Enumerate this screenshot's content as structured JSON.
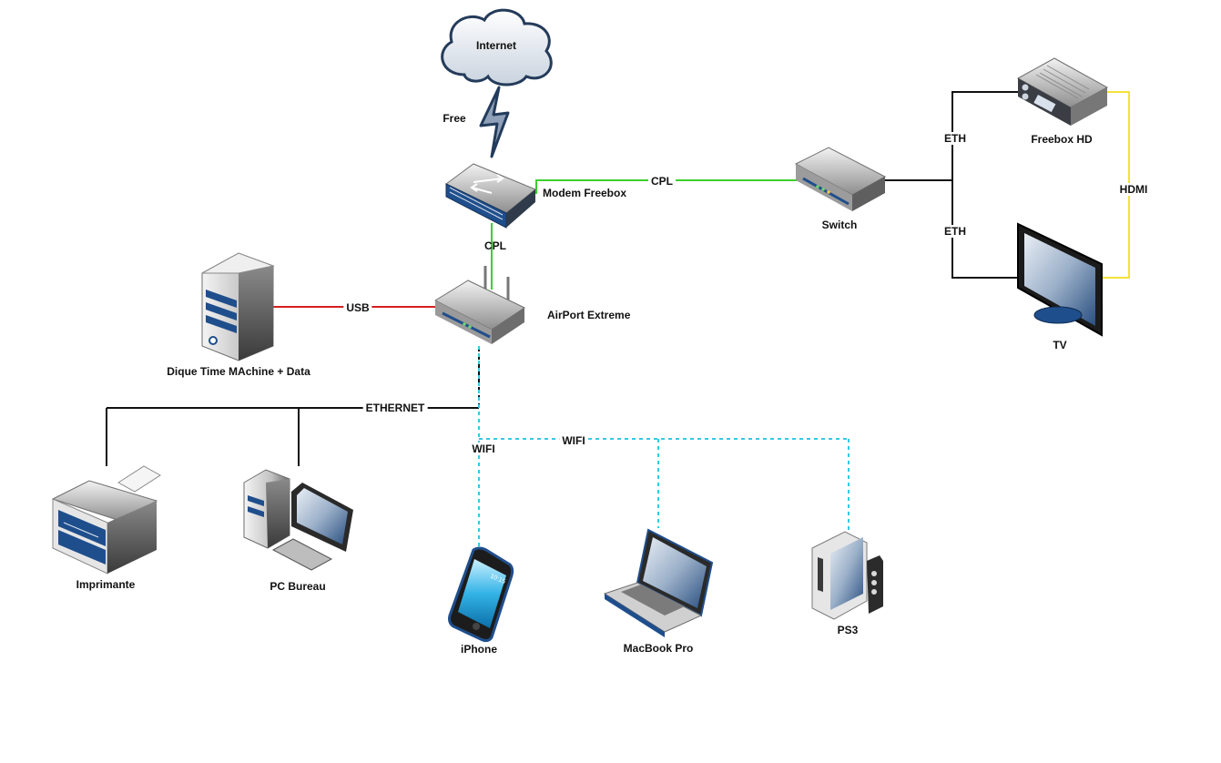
{
  "colors": {
    "ethernet": "#111111",
    "cpl": "#3ccf2d",
    "usb": "#d81e1e",
    "wifi": "#35c8e8",
    "hdmi": "#f3e33a",
    "device_blue": "#1f4e8c"
  },
  "nodes": {
    "internet": {
      "label": "Internet",
      "icon": "cloud-icon"
    },
    "modem": {
      "label": "Modem Freebox",
      "icon": "router-icon"
    },
    "airport": {
      "label": "AirPort Extreme",
      "icon": "wireless-router-icon"
    },
    "disk": {
      "label": "Dique Time MAchine + Data",
      "icon": "server-tower-icon"
    },
    "switch": {
      "label": "Switch",
      "icon": "switch-icon"
    },
    "freebox_hd": {
      "label": "Freebox HD",
      "icon": "set-top-box-icon"
    },
    "tv": {
      "label": "TV",
      "icon": "tv-monitor-icon"
    },
    "printer": {
      "label": "Imprimante",
      "icon": "printer-icon"
    },
    "pc": {
      "label": "PC Bureau",
      "icon": "desktop-pc-icon"
    },
    "iphone": {
      "label": "iPhone",
      "icon": "smartphone-icon"
    },
    "macbook": {
      "label": "MacBook Pro",
      "icon": "laptop-icon"
    },
    "ps3": {
      "label": "PS3",
      "icon": "game-console-icon"
    }
  },
  "connections": {
    "free": "Free",
    "cpl_modem_switch": "CPL",
    "cpl_modem_airport": "CPL",
    "usb": "USB",
    "ethernet": "ETHERNET",
    "eth_freebox": "ETH",
    "eth_tv": "ETH",
    "hdmi": "HDMI",
    "wifi_left": "WIFI",
    "wifi_top": "WIFI"
  },
  "iphone_screen_time": "10:15"
}
